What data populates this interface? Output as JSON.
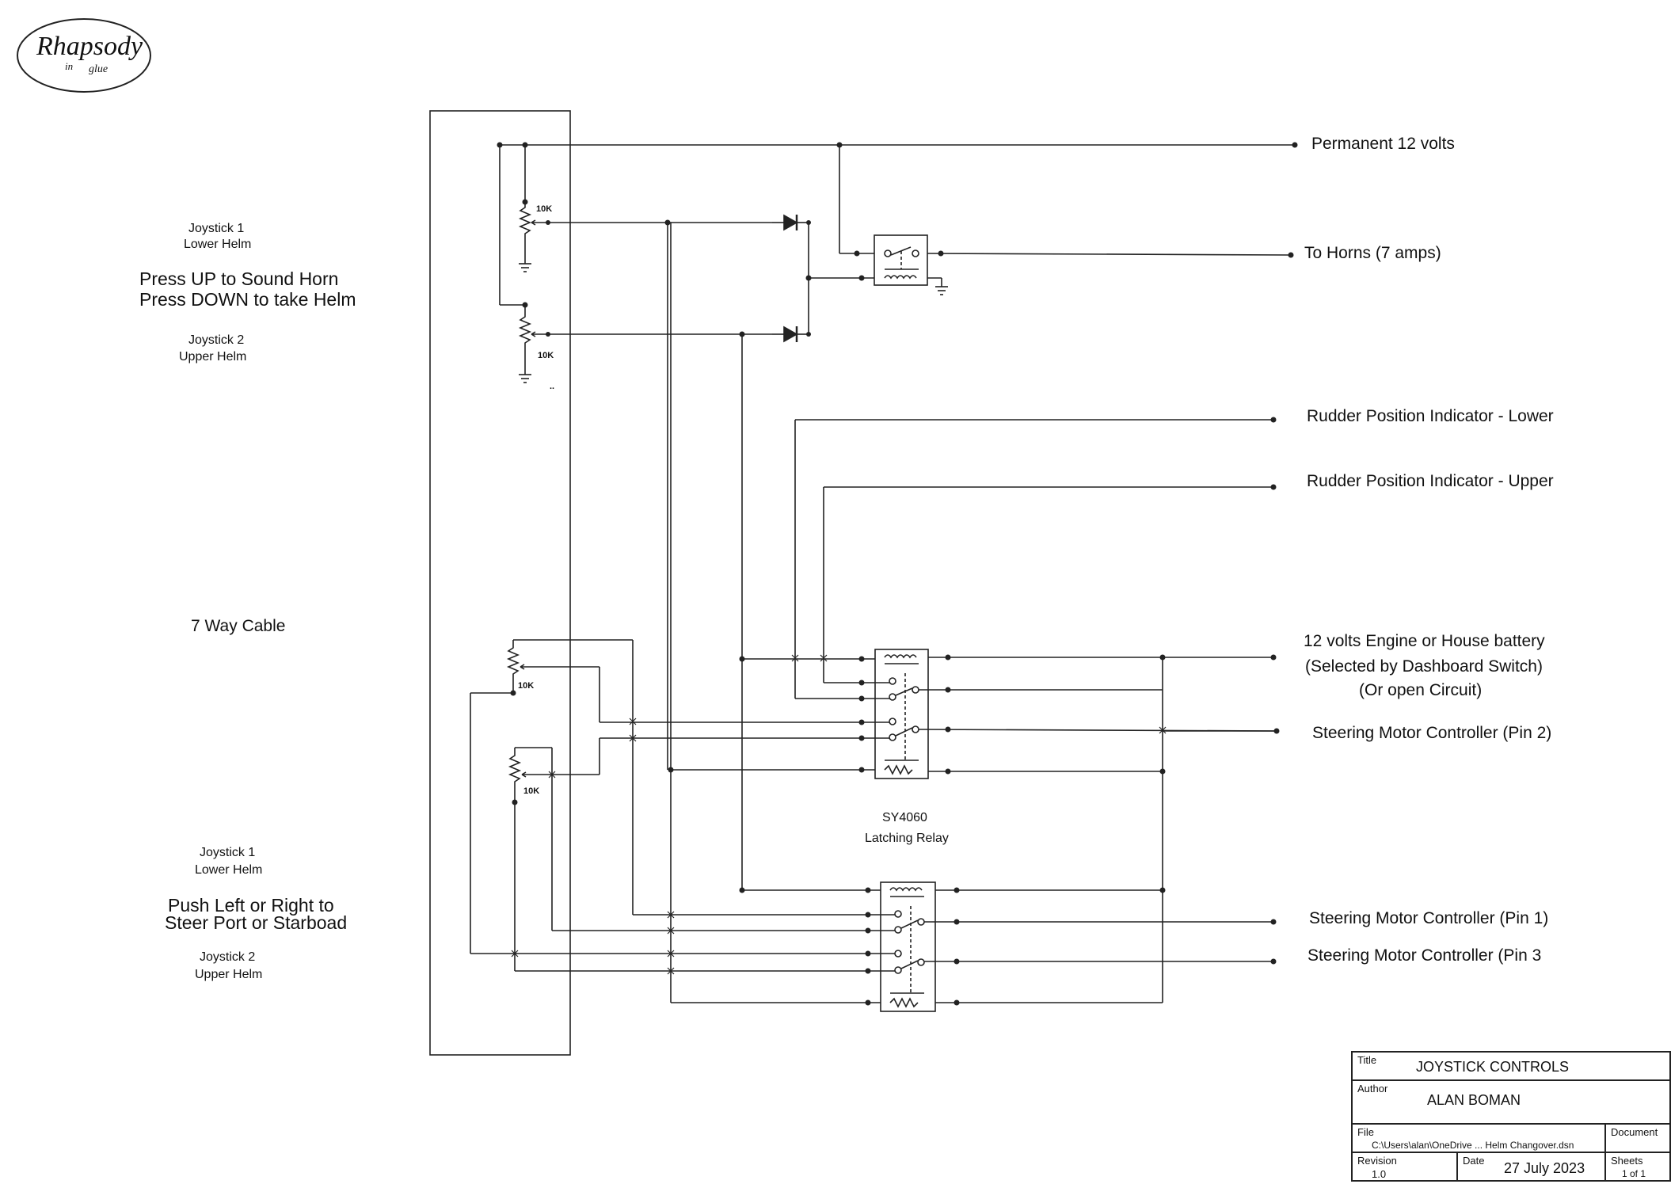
{
  "logo": {
    "main": "Rhapsody",
    "in": "in",
    "glue": "glue"
  },
  "left_labels": {
    "top_joystick1": "Joystick 1",
    "top_lower_helm": "Lower Helm",
    "horn_line1": "Press UP to Sound Horn",
    "horn_line2": "Press DOWN to take Helm",
    "top_joystick2": "Joystick 2",
    "top_upper_helm": "Upper Helm",
    "cable": "7 Way Cable",
    "bot_joystick1": "Joystick 1",
    "bot_lower_helm": "Lower Helm",
    "steer_line1": "Push Left or Right to",
    "steer_line2": "Steer Port or Starboad",
    "bot_joystick2": "Joystick 2",
    "bot_upper_helm": "Upper Helm"
  },
  "resistors": {
    "r1": "10K",
    "r2": "10K",
    "r3": "10K",
    "r4": "10K",
    "dots": ".."
  },
  "outputs": {
    "permanent": "Permanent 12 volts",
    "horns": "To Horns  (7 amps)",
    "rudder_lower": "Rudder Position Indicator - Lower",
    "rudder_upper": "Rudder Position Indicator - Upper",
    "battery_line1": "12 volts Engine or House battery",
    "battery_line2": "(Selected by Dashboard Switch)",
    "battery_line3": "(Or open Circuit)",
    "pin2": "Steering Motor Controller (Pin 2)",
    "pin1": "Steering Motor Controller (Pin 1)",
    "pin3": "Steering Motor Controller (Pin 3"
  },
  "relay": {
    "model": "SY4060",
    "type": "Latching Relay"
  },
  "title_block": {
    "title_key": "Title",
    "title": "JOYSTICK CONTROLS",
    "author_key": "Author",
    "author": "ALAN BOMAN",
    "file_key": "File",
    "file": "C:\\Users\\alan\\OneDrive ... Helm Changover.dsn",
    "document_key": "Document",
    "document": "",
    "revision_key": "Revision",
    "revision": "1.0",
    "date_key": "Date",
    "date": "27 July 2023",
    "sheets_key": "Sheets",
    "sheets": "1 of 1"
  }
}
